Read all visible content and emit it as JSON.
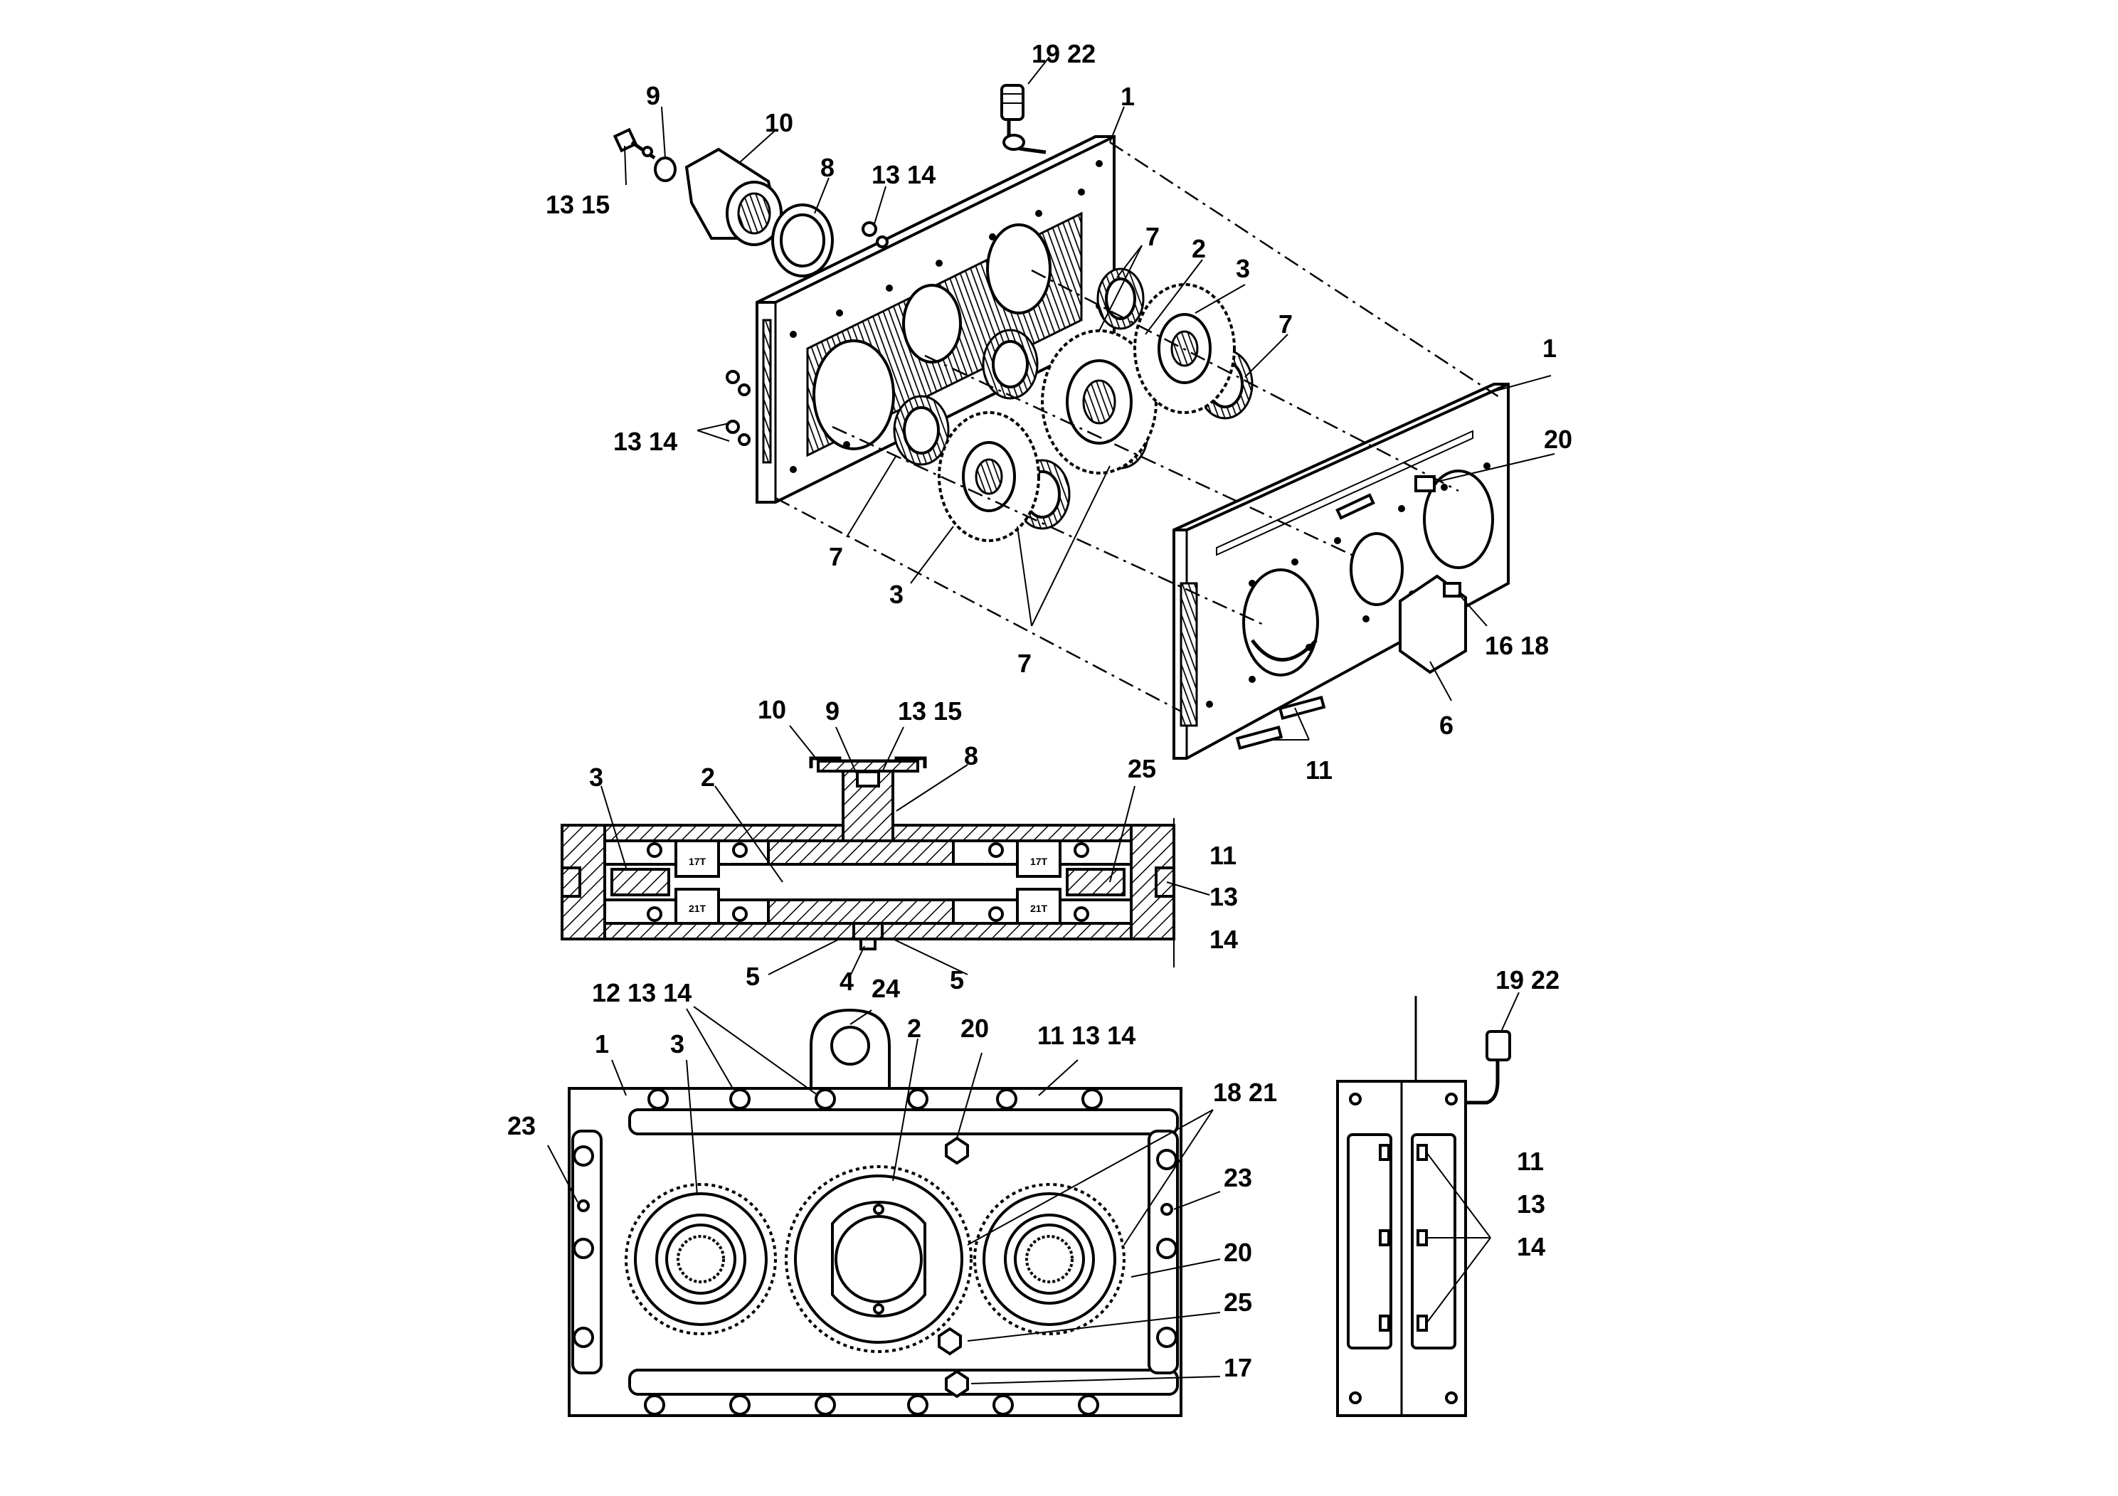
{
  "callouts": {
    "exploded": [
      {
        "id": "e-19-22",
        "text": "19 22"
      },
      {
        "id": "e-1-top",
        "text": "1"
      },
      {
        "id": "e-9",
        "text": "9"
      },
      {
        "id": "e-10",
        "text": "10"
      },
      {
        "id": "e-13-15",
        "text": "13 15"
      },
      {
        "id": "e-8",
        "text": "8"
      },
      {
        "id": "e-13-14-top",
        "text": "13 14"
      },
      {
        "id": "e-7-a",
        "text": "7"
      },
      {
        "id": "e-2",
        "text": "2"
      },
      {
        "id": "e-3-top",
        "text": "3"
      },
      {
        "id": "e-7-b",
        "text": "7"
      },
      {
        "id": "e-1-right",
        "text": "1"
      },
      {
        "id": "e-20",
        "text": "20"
      },
      {
        "id": "e-13-14-left",
        "text": "13 14"
      },
      {
        "id": "e-7-left",
        "text": "7"
      },
      {
        "id": "e-3-bottom",
        "text": "3"
      },
      {
        "id": "e-7-bottom",
        "text": "7"
      },
      {
        "id": "e-16-18",
        "text": "16 18"
      },
      {
        "id": "e-6",
        "text": "6"
      },
      {
        "id": "e-11",
        "text": "11"
      }
    ],
    "section": [
      {
        "id": "s-10",
        "text": "10"
      },
      {
        "id": "s-9",
        "text": "9"
      },
      {
        "id": "s-13-15",
        "text": "13 15"
      },
      {
        "id": "s-8",
        "text": "8"
      },
      {
        "id": "s-3",
        "text": "3"
      },
      {
        "id": "s-2",
        "text": "2"
      },
      {
        "id": "s-25",
        "text": "25"
      },
      {
        "id": "s-11",
        "text": "11"
      },
      {
        "id": "s-13",
        "text": "13"
      },
      {
        "id": "s-14",
        "text": "14"
      },
      {
        "id": "s-5-left",
        "text": "5"
      },
      {
        "id": "s-4",
        "text": "4"
      },
      {
        "id": "s-5-right",
        "text": "5"
      }
    ],
    "front": [
      {
        "id": "f-12-13-14",
        "text": "12 13 14"
      },
      {
        "id": "f-24",
        "text": "24"
      },
      {
        "id": "f-1",
        "text": "1"
      },
      {
        "id": "f-3",
        "text": "3"
      },
      {
        "id": "f-2",
        "text": "2"
      },
      {
        "id": "f-20-top",
        "text": "20"
      },
      {
        "id": "f-11-13-14",
        "text": "11 13 14"
      },
      {
        "id": "f-23-left",
        "text": "23"
      },
      {
        "id": "f-18-21",
        "text": "18 21"
      },
      {
        "id": "f-23-right",
        "text": "23"
      },
      {
        "id": "f-20-right",
        "text": "20"
      },
      {
        "id": "f-25",
        "text": "25"
      },
      {
        "id": "f-17",
        "text": "17"
      }
    ],
    "side": [
      {
        "id": "d-19-22",
        "text": "19 22"
      },
      {
        "id": "d-11",
        "text": "11"
      },
      {
        "id": "d-13",
        "text": "13"
      },
      {
        "id": "d-14",
        "text": "14"
      }
    ]
  },
  "tooth_labels": {
    "left_top": "17T",
    "left_bottom": "21T",
    "right_top": "17T",
    "right_bottom": "21T"
  }
}
